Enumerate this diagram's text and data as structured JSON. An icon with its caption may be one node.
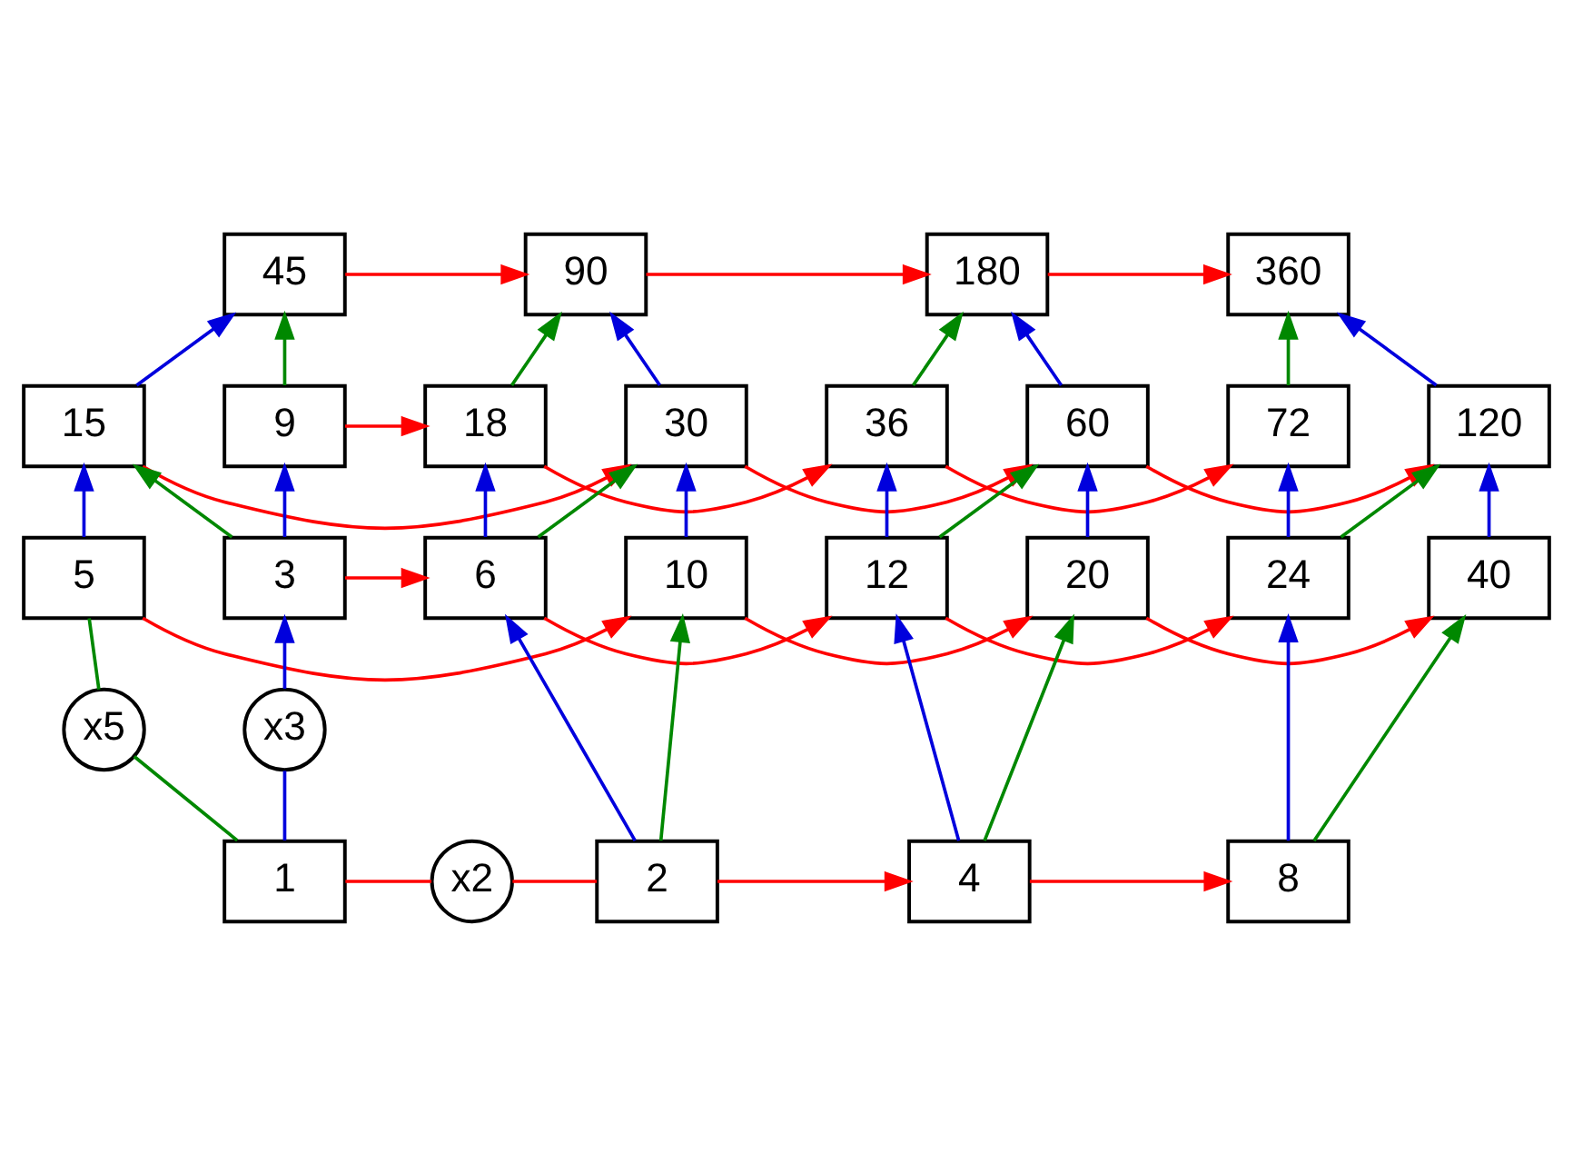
{
  "diagram": {
    "nodes": [
      {
        "text": [
          "45"
        ]
      },
      {
        "text": [
          "90"
        ]
      },
      {
        "text": [
          "180"
        ]
      },
      {
        "text": [
          "360"
        ]
      },
      {
        "text": [
          "9"
        ]
      },
      {
        "text": [
          "18"
        ]
      },
      {
        "text": [
          "36"
        ]
      },
      {
        "text": [
          "72"
        ]
      },
      {
        "text": [
          "15"
        ]
      },
      {
        "text": [
          "30"
        ]
      },
      {
        "text": [
          "60"
        ]
      },
      {
        "text": [
          "120"
        ]
      },
      {
        "text": [
          "3"
        ]
      },
      {
        "text": [
          "6"
        ]
      },
      {
        "text": [
          "12"
        ]
      },
      {
        "text": [
          "24"
        ]
      },
      {
        "text": [
          "5"
        ]
      },
      {
        "text": [
          "10"
        ]
      },
      {
        "text": [
          "20"
        ]
      },
      {
        "text": [
          "40"
        ]
      },
      {
        "text": [
          "x5"
        ]
      },
      {
        "text": [
          "x3"
        ]
      },
      {
        "text": [
          "1"
        ]
      },
      {
        "text": [
          "x2"
        ]
      },
      {
        "text": [
          "2"
        ]
      },
      {
        "text": [
          "4"
        ]
      },
      {
        "text": [
          "8"
        ]
      }
    ],
    "edges": [
      {
        "from": 22,
        "to": 23,
        "arrow": "none",
        "color": "#ff0000"
      },
      {
        "from": 23,
        "to": 24,
        "arrow": "none",
        "color": "#ff0000"
      },
      {
        "from": 24,
        "to": 25,
        "arrow": "to",
        "color": "#ff0000"
      },
      {
        "from": 25,
        "to": 26,
        "arrow": "to",
        "color": "#ff0000"
      },
      {
        "from": 16,
        "to": 17,
        "arrow": "to",
        "color": "#ff0000"
      },
      {
        "from": 17,
        "to": 18,
        "arrow": "to",
        "color": "#ff0000"
      },
      {
        "from": 18,
        "to": 19,
        "arrow": "to",
        "color": "#ff0000"
      },
      {
        "from": 12,
        "to": 13,
        "arrow": "to",
        "color": "#ff0000"
      },
      {
        "from": 13,
        "to": 14,
        "arrow": "to",
        "color": "#ff0000"
      },
      {
        "from": 14,
        "to": 15,
        "arrow": "to",
        "color": "#ff0000"
      },
      {
        "from": 8,
        "to": 9,
        "arrow": "to",
        "color": "#ff0000"
      },
      {
        "from": 9,
        "to": 10,
        "arrow": "to",
        "color": "#ff0000"
      },
      {
        "from": 10,
        "to": 11,
        "arrow": "to",
        "color": "#ff0000"
      },
      {
        "from": 4,
        "to": 5,
        "arrow": "to",
        "color": "#ff0000"
      },
      {
        "from": 5,
        "to": 6,
        "arrow": "to",
        "color": "#ff0000"
      },
      {
        "from": 6,
        "to": 7,
        "arrow": "to",
        "color": "#ff0000"
      },
      {
        "from": 0,
        "to": 1,
        "arrow": "to",
        "color": "#ff0000"
      },
      {
        "from": 1,
        "to": 2,
        "arrow": "to",
        "color": "#ff0000"
      },
      {
        "from": 2,
        "to": 3,
        "arrow": "to",
        "color": "#ff0000"
      },
      {
        "from": 22,
        "to": 20,
        "arrow": "none",
        "color": "#008800"
      },
      {
        "from": 20,
        "to": 16,
        "arrow": "none",
        "color": "#008800"
      },
      {
        "from": 24,
        "to": 17,
        "arrow": "to",
        "color": "#008800"
      },
      {
        "from": 25,
        "to": 18,
        "arrow": "to",
        "color": "#008800"
      },
      {
        "from": 26,
        "to": 19,
        "arrow": "to",
        "color": "#008800"
      },
      {
        "from": 12,
        "to": 8,
        "arrow": "to",
        "color": "#008800"
      },
      {
        "from": 13,
        "to": 9,
        "arrow": "to",
        "color": "#008800"
      },
      {
        "from": 14,
        "to": 10,
        "arrow": "to",
        "color": "#008800"
      },
      {
        "from": 15,
        "to": 11,
        "arrow": "to",
        "color": "#008800"
      },
      {
        "from": 4,
        "to": 0,
        "arrow": "to",
        "color": "#008800"
      },
      {
        "from": 5,
        "to": 1,
        "arrow": "to",
        "color": "#008800"
      },
      {
        "from": 6,
        "to": 2,
        "arrow": "to",
        "color": "#008800"
      },
      {
        "from": 7,
        "to": 3,
        "arrow": "to",
        "color": "#008800"
      },
      {
        "from": 22,
        "to": 21,
        "arrow": "none",
        "color": "#0000dd"
      },
      {
        "from": 21,
        "to": 12,
        "arrow": "to",
        "color": "#0000dd"
      },
      {
        "from": 24,
        "to": 13,
        "arrow": "to",
        "color": "#0000dd"
      },
      {
        "from": 25,
        "to": 14,
        "arrow": "to",
        "color": "#0000dd"
      },
      {
        "from": 26,
        "to": 15,
        "arrow": "to",
        "color": "#0000dd"
      },
      {
        "from": 16,
        "to": 8,
        "arrow": "to",
        "color": "#0000dd"
      },
      {
        "from": 17,
        "to": 9,
        "arrow": "to",
        "color": "#0000dd"
      },
      {
        "from": 18,
        "to": 10,
        "arrow": "to",
        "color": "#0000dd"
      },
      {
        "from": 19,
        "to": 11,
        "arrow": "to",
        "color": "#0000dd"
      },
      {
        "from": 12,
        "to": 4,
        "arrow": "to",
        "color": "#0000dd"
      },
      {
        "from": 13,
        "to": 5,
        "arrow": "to",
        "color": "#0000dd"
      },
      {
        "from": 14,
        "to": 6,
        "arrow": "to",
        "color": "#0000dd"
      },
      {
        "from": 15,
        "to": 7,
        "arrow": "to",
        "color": "#0000dd"
      },
      {
        "from": 8,
        "to": 0,
        "arrow": "to",
        "color": "#0000dd"
      },
      {
        "from": 9,
        "to": 1,
        "arrow": "to",
        "color": "#0000dd"
      },
      {
        "from": 10,
        "to": 2,
        "arrow": "to",
        "color": "#0000dd"
      },
      {
        "from": 11,
        "to": 3,
        "arrow": "to",
        "color": "#0000dd"
      }
    ]
  }
}
